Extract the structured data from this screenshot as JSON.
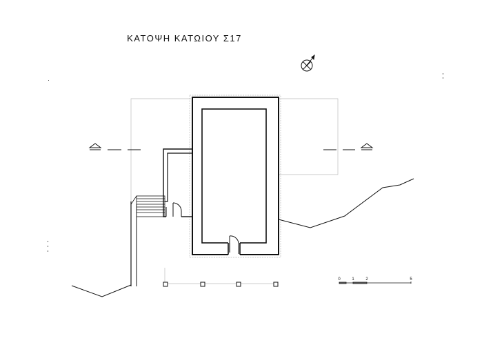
{
  "drawing": {
    "title": "ΚΑΤΟΨΗ ΚΑΤΩΙΟΥ  Σ17",
    "north_arrow_icon": "north-arrow-icon",
    "section_marker_icon": "section-marker-icon"
  },
  "scale_bar": {
    "labels": [
      "0",
      "1",
      "2",
      "5"
    ]
  }
}
